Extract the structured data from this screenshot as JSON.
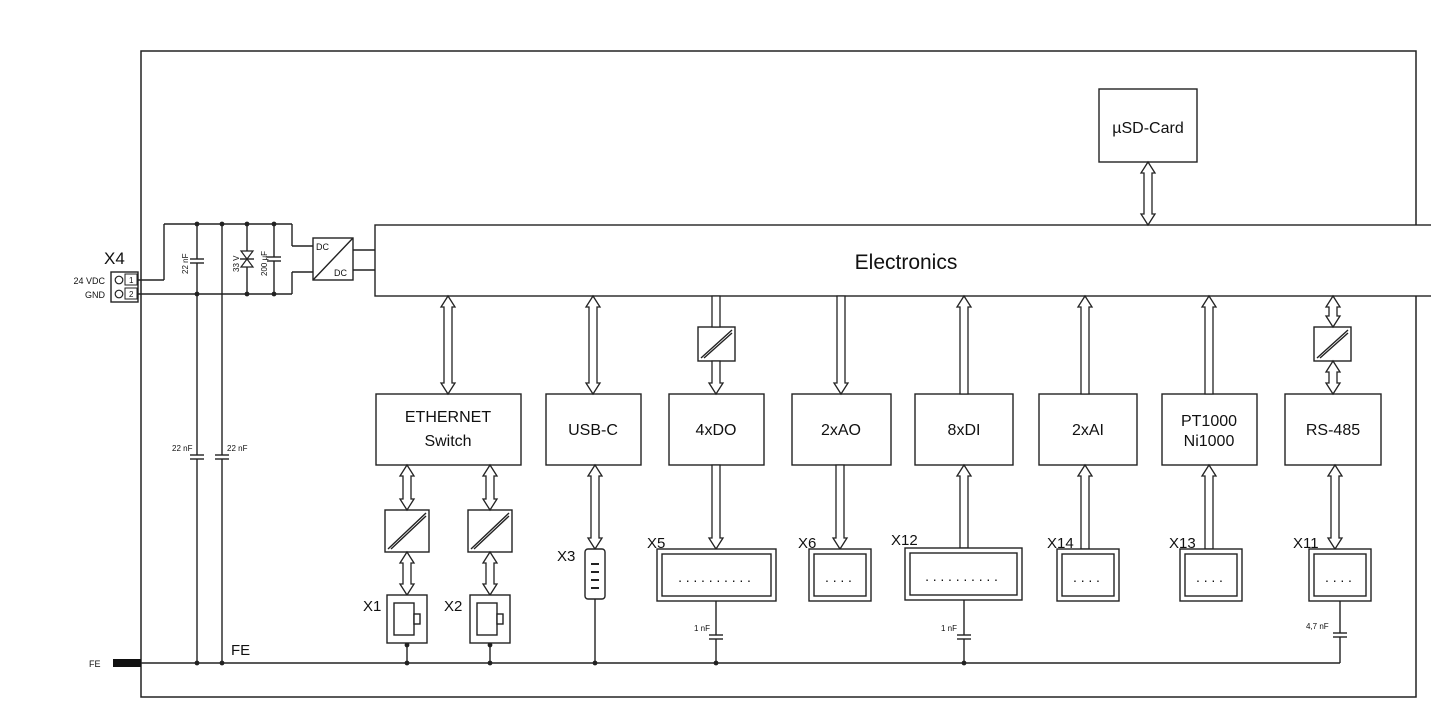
{
  "connector_x4": {
    "label": "X4",
    "pins": [
      {
        "signal": "24 VDC",
        "number": "1"
      },
      {
        "signal": "GND",
        "number": "2"
      }
    ]
  },
  "input_filter": {
    "capacitor_1": "22 nF",
    "tvs_diode": "33 V",
    "capacitor_2": "200 µF",
    "fe_capacitor_1": "22 nF",
    "fe_capacitor_2": "22 nF"
  },
  "dcdc": {
    "input": "DC",
    "output": "DC"
  },
  "electronics": {
    "label": "Electronics"
  },
  "sd_card": {
    "label": "µSD-Card"
  },
  "modules": {
    "ethernet": {
      "line1": "ETHERNET",
      "line2": "Switch",
      "ports": [
        "X1",
        "X2"
      ]
    },
    "usb": {
      "label": "USB-C",
      "connector": "X3"
    },
    "do": {
      "label": "4xDO",
      "connector": "X5",
      "capacitor": "1 nF"
    },
    "ao": {
      "label": "2xAO",
      "connector": "X6"
    },
    "di": {
      "label": "8xDI",
      "connector": "X12",
      "capacitor": "1 nF"
    },
    "ai": {
      "label": "2xAI",
      "connector": "X14"
    },
    "pt": {
      "line1": "PT1000",
      "line2": "Ni1000",
      "connector": "X13"
    },
    "rs485": {
      "label": "RS-485",
      "connector": "X11",
      "capacitor": "4,7 nF"
    }
  },
  "fe": {
    "outer_label": "FE",
    "inner_label": "FE"
  }
}
